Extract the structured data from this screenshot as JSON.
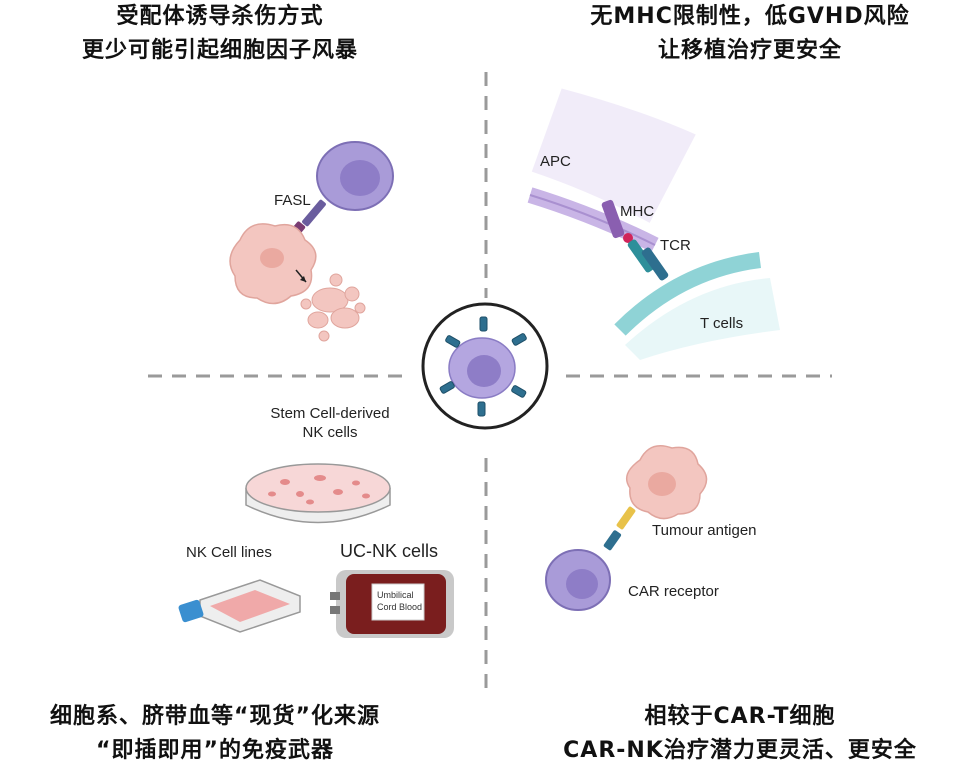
{
  "quadrants": {
    "top_left": {
      "line1": "受配体诱导杀伤方式",
      "line2": "更少可能引起细胞因子风暴"
    },
    "top_right": {
      "line1": "无MHC限制性，低GVHD风险",
      "line2": "让移植治疗更安全"
    },
    "bottom_left": {
      "line1": "细胞系、脐带血等“现货”化来源",
      "line2": "“即插即用”的免疫武器"
    },
    "bottom_right": {
      "line1": "相较于CAR-T细胞",
      "line2": "CAR-NK治疗潜力更灵活、更安全"
    }
  },
  "labels": {
    "fasl": "FASL",
    "apc": "APC",
    "mhc": "MHC",
    "tcr": "TCR",
    "t_cells": "T cells",
    "stem_line1": "Stem Cell-derived",
    "stem_line2": "NK cells",
    "nk_cell_lines": "NK Cell lines",
    "uc_nk_cells": "UC-NK cells",
    "bag_line1": "Umbilical",
    "bag_line2": "Cord Blood",
    "tumour_antigen": "Tumour antigen",
    "car_receptor": "CAR receptor"
  },
  "colors": {
    "nk_cell": "#a99bd8",
    "nk_nucleus": "#8e7dc7",
    "tumour_cell": "#f3c6c0",
    "receptor": "#2e6f8f",
    "divider": "#9a9a9a",
    "blood": "#7a1e1e",
    "t_cell_membrane": "#8fd3d6",
    "apc_membrane": "#c9b5e6"
  }
}
